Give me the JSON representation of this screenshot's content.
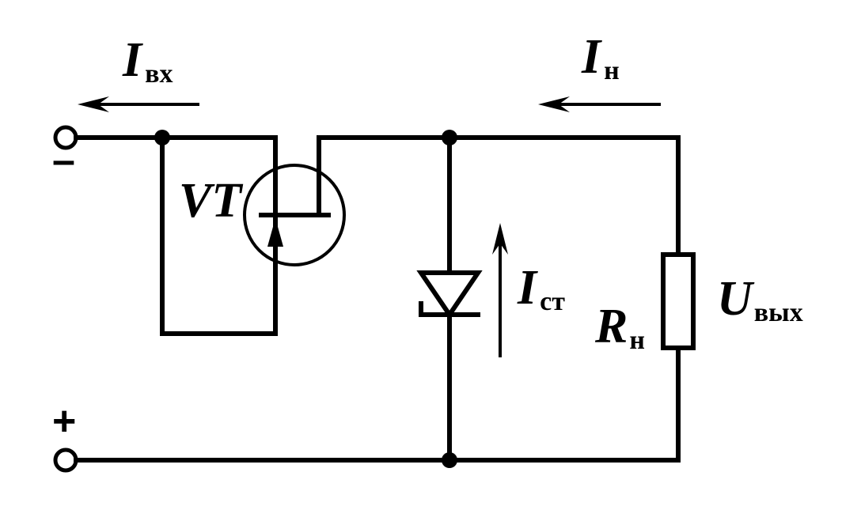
{
  "labels": {
    "i_in": {
      "main": "I",
      "sub": "вх"
    },
    "i_load": {
      "main": "I",
      "sub": "н"
    },
    "transistor": "VT",
    "i_zener": {
      "main": "I",
      "sub": "ст"
    },
    "r_load": {
      "main": "R",
      "sub": "н"
    },
    "u_out": {
      "main": "U",
      "sub": "вых"
    },
    "minus": "–",
    "plus": "+"
  }
}
